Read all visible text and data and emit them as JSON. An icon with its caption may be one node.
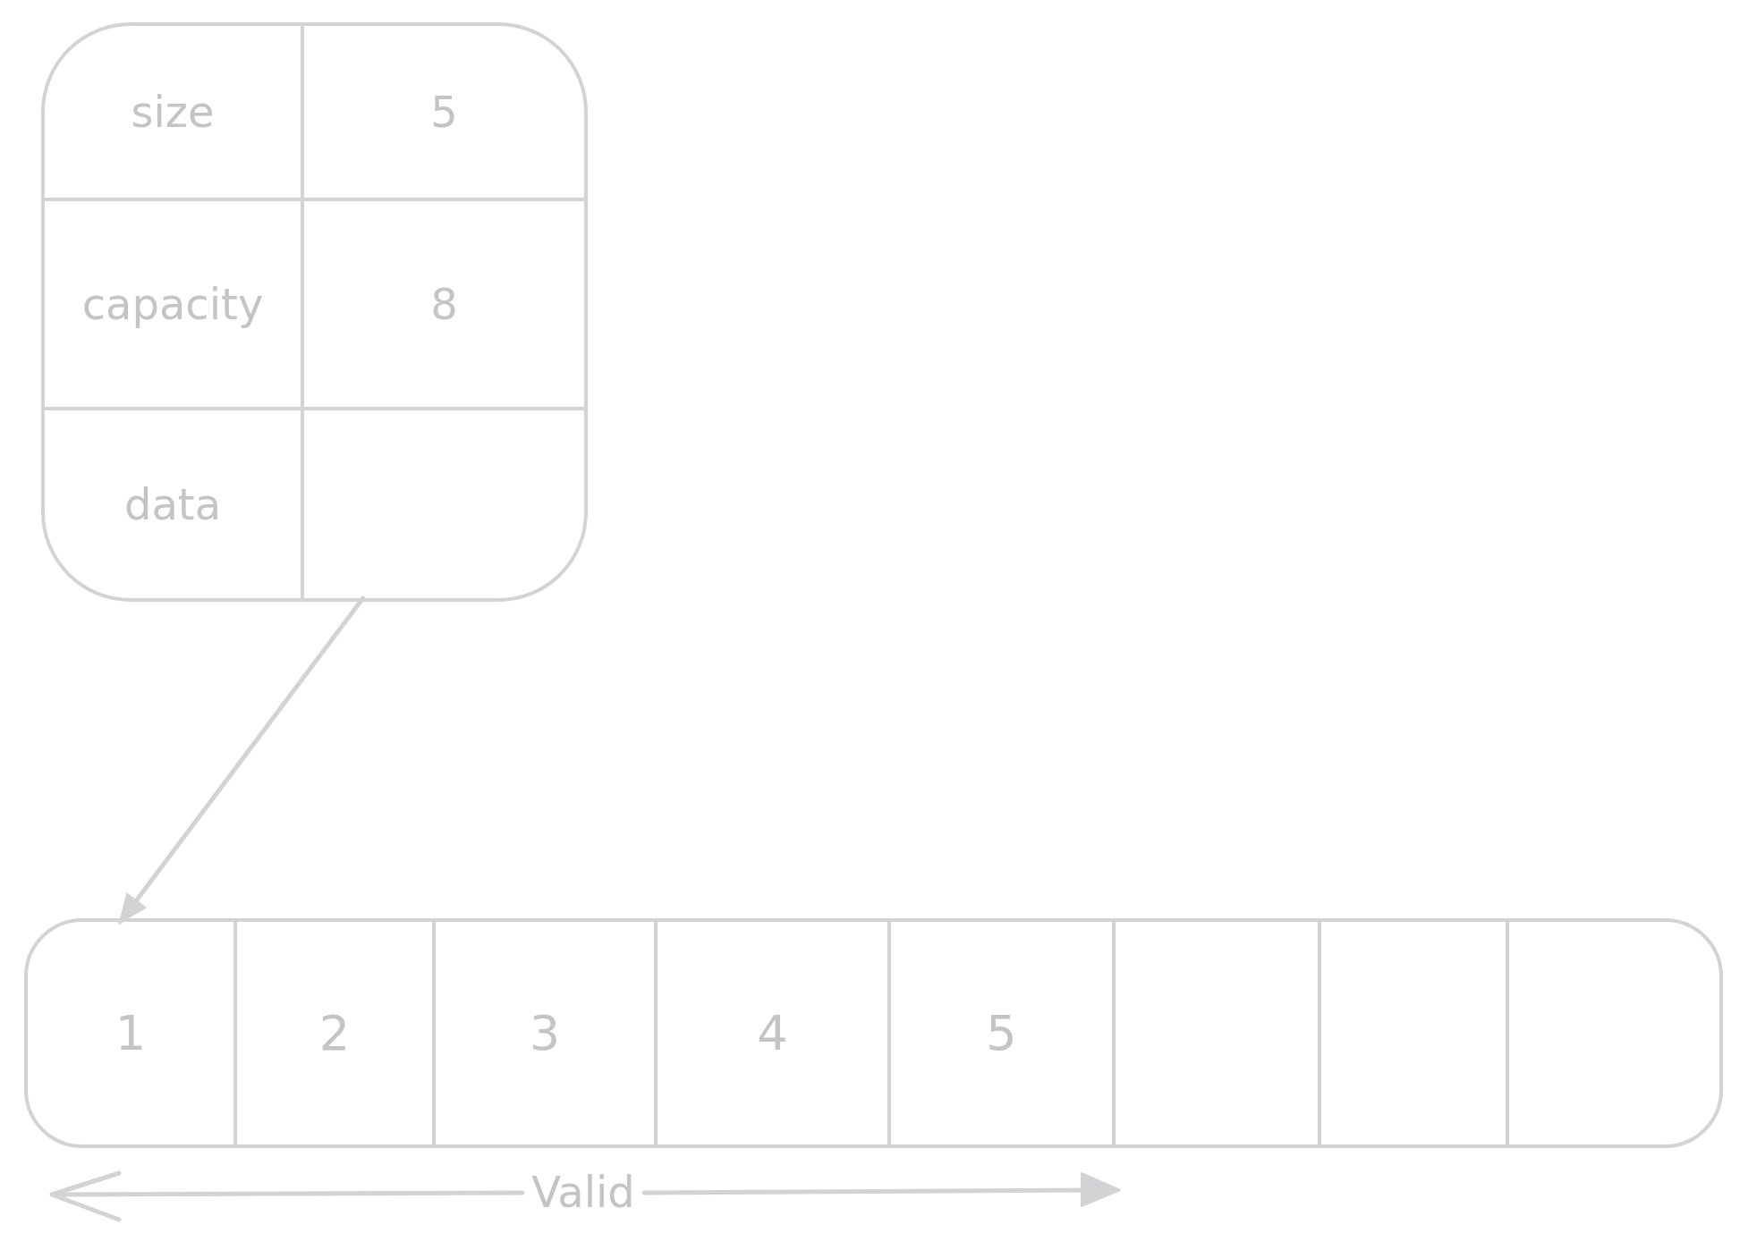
{
  "diagram": {
    "nodes": [
      {
        "text": [],
        "shape": "box"
      },
      {
        "text": [
          "size"
        ],
        "in": 0
      },
      {
        "text": [
          "5"
        ],
        "in": 0
      },
      {
        "text": [
          "capacity"
        ],
        "in": 0
      },
      {
        "text": [
          "8"
        ],
        "in": 0
      },
      {
        "text": [
          "data"
        ],
        "in": 0
      },
      {
        "text": [],
        "shape": "box",
        "in": 0
      },
      {
        "text": [],
        "shape": "box"
      },
      {
        "text": [
          "1"
        ],
        "in": 7
      },
      {
        "text": [
          "2"
        ],
        "in": 7
      },
      {
        "text": [
          "3"
        ],
        "in": 7
      },
      {
        "text": [
          "4"
        ],
        "in": 7
      },
      {
        "text": [
          "5"
        ],
        "in": 7
      },
      {
        "text": [],
        "shape": "box",
        "in": 7
      },
      {
        "text": [],
        "shape": "box",
        "in": 7
      },
      {
        "text": [],
        "shape": "box",
        "in": 7
      }
    ],
    "edges": [
      {
        "from": 6,
        "to": 8,
        "arrow": "to"
      }
    ],
    "labels": [
      "Valid"
    ]
  }
}
